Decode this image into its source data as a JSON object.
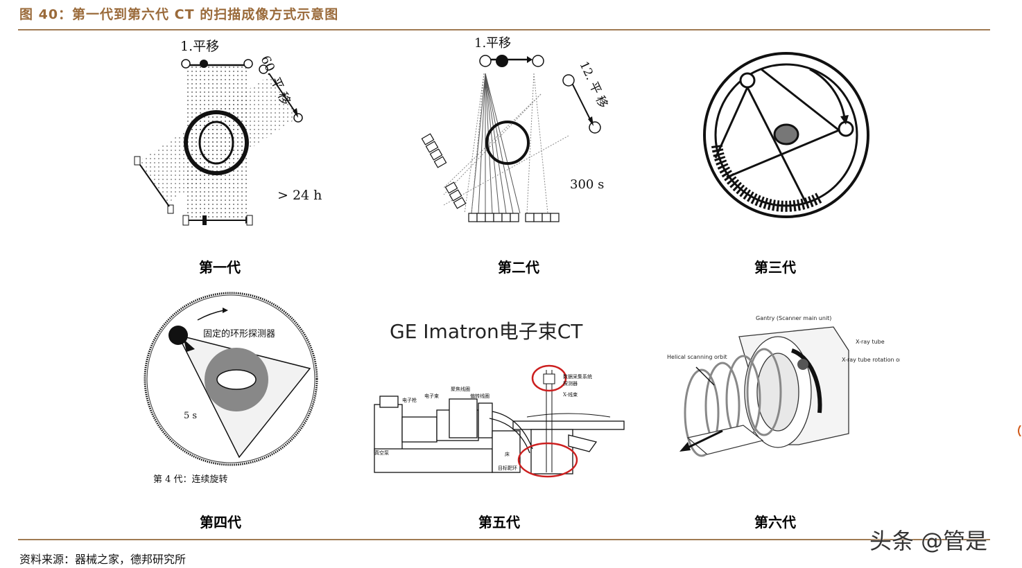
{
  "figure": {
    "title": "图 40：第一代到第六代 CT 的扫描成像方式示意图",
    "source": "资料来源：器械之家，德邦研究所",
    "watermark": "头条 @管是"
  },
  "panels": [
    {
      "caption": "第一代",
      "labels": {
        "translate": "1.平移",
        "rotate": "60. 平 移",
        "time": "> 24 h"
      }
    },
    {
      "caption": "第二代",
      "labels": {
        "translate": "1.平移",
        "rotate": "12. 平 移",
        "time": "300 s"
      }
    },
    {
      "caption": "第三代",
      "labels": {}
    },
    {
      "caption": "第四代",
      "labels": {
        "detector": "固定的环形探测器",
        "time": "5 s",
        "footer": "第 4 代：连续旋转"
      }
    },
    {
      "caption": "第五代",
      "labels": {
        "heading": "GE Imatron电子束CT",
        "das": "数据采集系统",
        "detector": "探测器",
        "xbeam": "X-线束",
        "focus": "聚焦线圈",
        "deflect": "偏转线圈",
        "ebeam": "电子束",
        "egun": "电子枪",
        "vacuum": "真空泵",
        "bed": "床",
        "target": "目标靶环"
      }
    },
    {
      "caption": "第六代",
      "labels": {
        "gantry": "Gantry (Scanner main unit)",
        "helical": "Helical scanning orbit",
        "xtube": "X-ray tube",
        "rotation": "X-ray tube rotation orbit"
      }
    }
  ],
  "colors": {
    "accent": "#9a6a3a",
    "rule": "#a07a52",
    "highlight": "#cc1f1f"
  }
}
